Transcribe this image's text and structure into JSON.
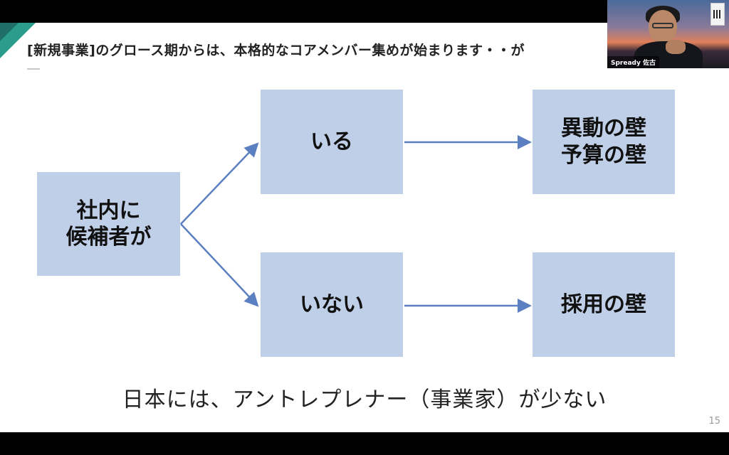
{
  "slide": {
    "title": "[新規事業]のグロース期からは、本格的なコアメンバー集めが始まります・・が",
    "page_number": "15",
    "bottom_statement": "日本には、アントレプレナー（事業家）が少ない"
  },
  "diagram": {
    "root": {
      "line1": "社内に",
      "line2": "候補者が"
    },
    "branch_yes": {
      "label": "いる"
    },
    "branch_no": {
      "label": "いない"
    },
    "outcome_yes": {
      "line1": "異動の壁",
      "line2": "予算の壁"
    },
    "outcome_no": {
      "label": "採用の壁"
    }
  },
  "video": {
    "participant_name": "Spready 佐古"
  },
  "colors": {
    "box_fill": "#c0cfe8",
    "arrow": "#5b7fc0",
    "accent": "#2a9d8f"
  }
}
